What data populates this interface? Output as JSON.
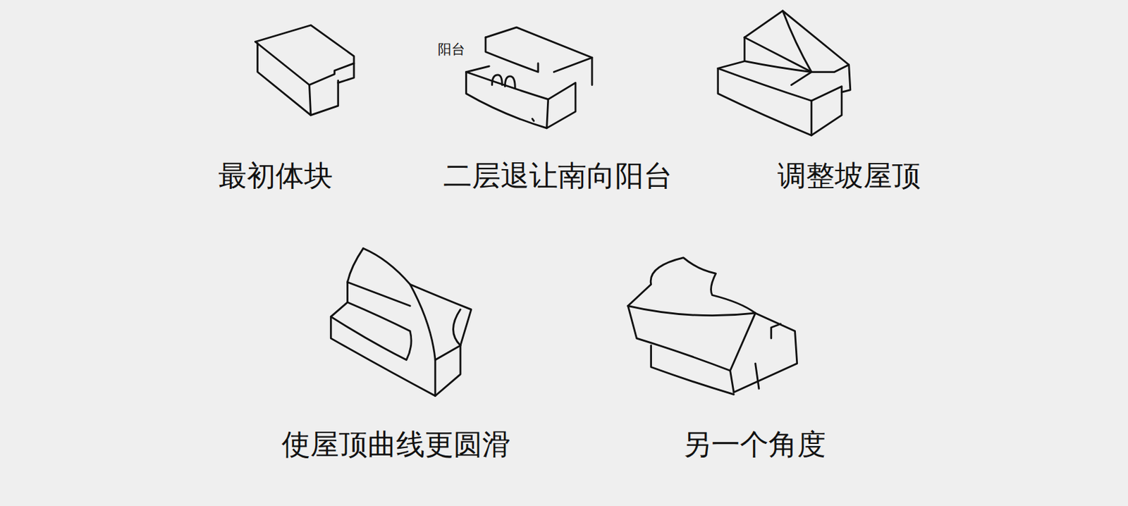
{
  "diagram": {
    "labels": [
      "阳台",
      "最初体块",
      "二层退让南向阳台",
      "调整坡屋顶",
      "使屋顶曲线更圆滑",
      "另一个角度"
    ]
  }
}
